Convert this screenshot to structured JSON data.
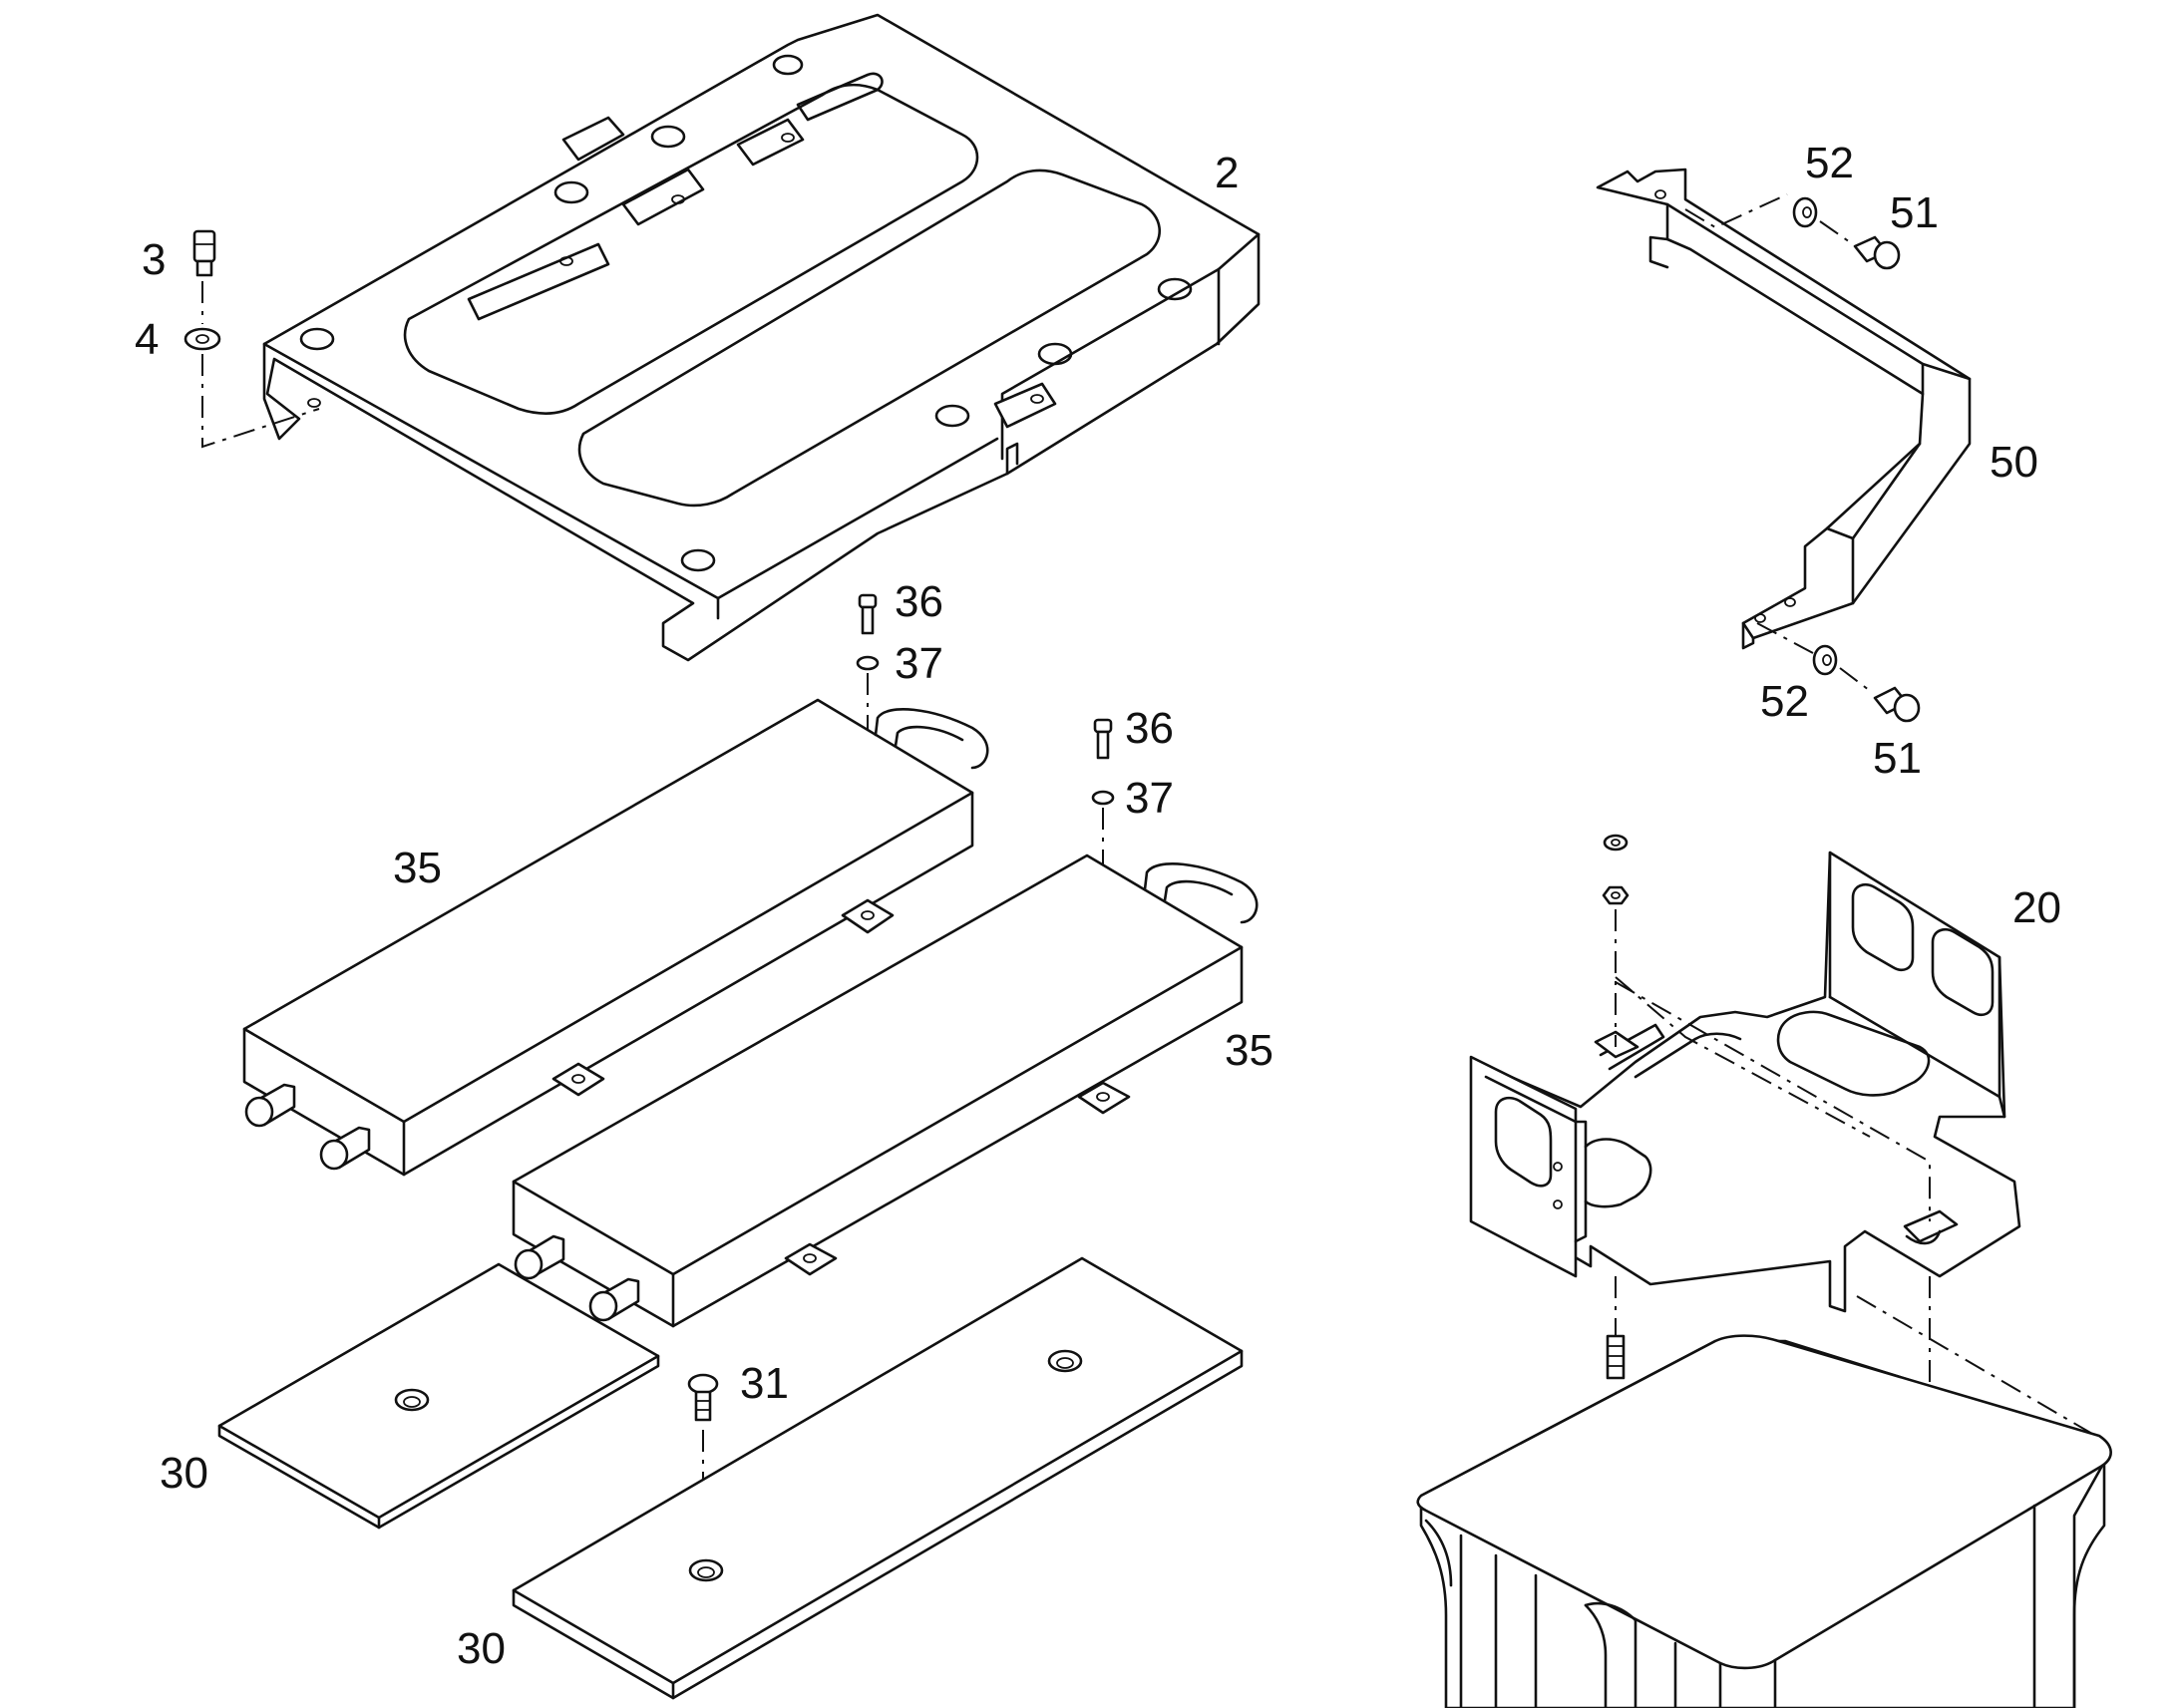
{
  "labels": {
    "part_2": "2",
    "part_3": "3",
    "part_4": "4",
    "part_20": "20",
    "part_30_left": "30",
    "part_30_bottom": "30",
    "part_31": "31",
    "part_35_left": "35",
    "part_35_right": "35",
    "part_36_upper": "36",
    "part_36_lower": "36",
    "part_37_upper": "37",
    "part_37_lower": "37",
    "part_50": "50",
    "part_51_upper": "51",
    "part_51_lower": "51",
    "part_52_upper": "52",
    "part_52_lower": "52"
  }
}
